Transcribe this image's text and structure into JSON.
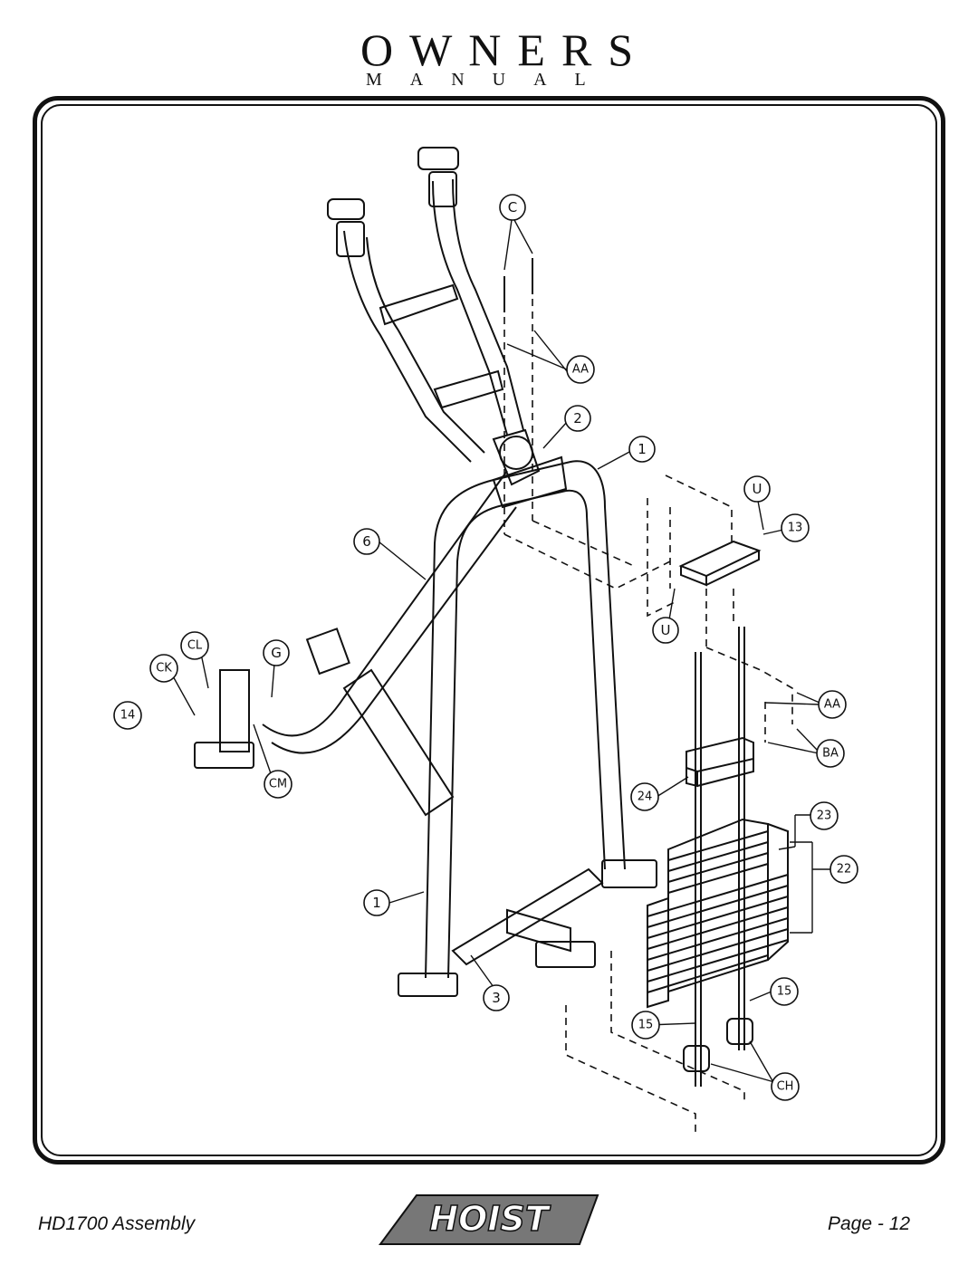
{
  "header": {
    "title": "OWNERS",
    "subtitle": "MANUAL"
  },
  "footer": {
    "left": "HD1700 Assembly",
    "brand": "HOIST",
    "right": "Page - 12"
  },
  "callouts": {
    "c": "C",
    "aa_top": "AA",
    "two": "2",
    "one_top": "1",
    "u_top": "U",
    "thirteen": "13",
    "six": "6",
    "u_bottom": "U",
    "cl": "CL",
    "g": "G",
    "ck": "CK",
    "fourteen": "14",
    "aa_right": "AA",
    "ba": "BA",
    "cm": "CM",
    "twentyfour": "24",
    "twentythree": "23",
    "twentytwo": "22",
    "one_bottom": "1",
    "three": "3",
    "fifteen_right": "15",
    "fifteen_left": "15",
    "ch": "CH"
  }
}
